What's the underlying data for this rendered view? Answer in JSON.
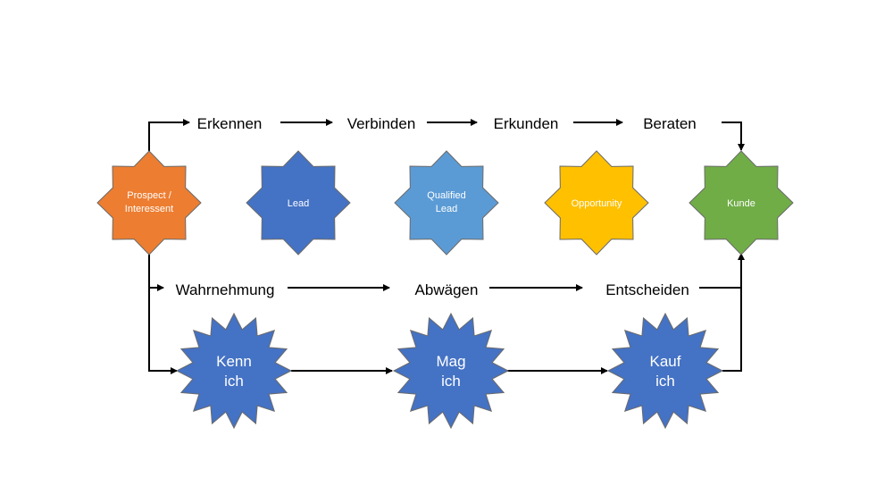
{
  "top_flow": {
    "stages": [
      "Erkennen",
      "Verbinden",
      "Erkunden",
      "Beraten"
    ],
    "stars": [
      {
        "lines": [
          "Prospect /",
          "Interessent"
        ],
        "color": "#ED7D31"
      },
      {
        "lines": [
          "Lead"
        ],
        "color": "#4472C4"
      },
      {
        "lines": [
          "Qualified",
          "Lead"
        ],
        "color": "#5B9BD5"
      },
      {
        "lines": [
          "Opportunity"
        ],
        "color": "#FFC000"
      },
      {
        "lines": [
          "Kunde"
        ],
        "color": "#70AD47"
      }
    ]
  },
  "middle_flow": {
    "stages": [
      "Wahrnehmung",
      "Abwägen",
      "Entscheiden"
    ]
  },
  "bottom_flow": {
    "bursts": [
      {
        "lines": [
          "Kenn",
          "ich"
        ],
        "color": "#4472C4"
      },
      {
        "lines": [
          "Mag",
          "ich"
        ],
        "color": "#4472C4"
      },
      {
        "lines": [
          "Kauf",
          "ich"
        ],
        "color": "#4472C4"
      }
    ]
  },
  "colors": {
    "connector": "#000000",
    "star_border": "#6B6B6B"
  }
}
